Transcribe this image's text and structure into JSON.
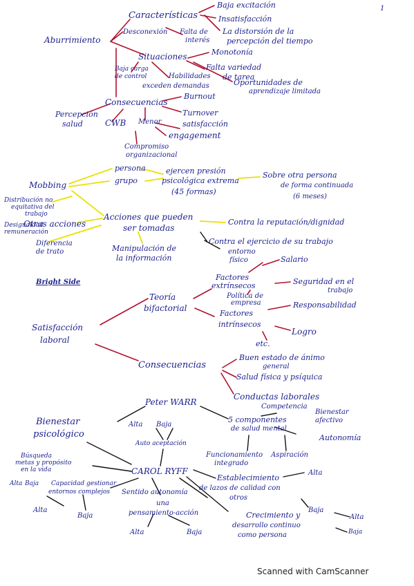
{
  "page_number": "1",
  "section1": {
    "root": "Aburrimiento",
    "caracteristicas": "Características",
    "baja_excitacion": "Baja excitación",
    "insatisfaccion": "Insatisfacción",
    "desconexion": "Desconexión",
    "falta_interes_1": "Falta de",
    "falta_interes_2": "interés",
    "distorsion_1": "La distorsión de la",
    "distorsion_2": "percepción del tiempo",
    "situaciones": "Situaciones",
    "monotonia": "Monotonía",
    "baja_carga_1": "Baja carga",
    "baja_carga_2": "de control",
    "habilidades_1": "Habilidades",
    "habilidades_2": "exceden demandas",
    "falta_variedad_1": "Falta variedad",
    "falta_variedad_2": "de tarea",
    "oportunidades_1": "Oportunidades de",
    "oportunidades_2": "aprendizaje limitada",
    "consecuencias": "Consecuencias",
    "burnout": "Burnout",
    "percepcion_1": "Percepción",
    "percepcion_2": "salud",
    "cwb": "CWB",
    "menor": "Menor",
    "turnover": "Turnover",
    "satisfaccion": "satisfacción",
    "engagement": "engagement",
    "compromiso_1": "Compromiso",
    "compromiso_2": "organizacional"
  },
  "section2": {
    "root": "Mobbing",
    "persona": "persona",
    "grupo": "grupo",
    "ejercen_1": "ejercen presión",
    "ejercen_2": "psicológica extrema",
    "ejercen_3": "(45 formas)",
    "sobre_1": "Sobre otra persona",
    "sobre_2": "de forma continuada",
    "sobre_3": "(6 meses)",
    "distribucion_1": "Distribución no",
    "distribucion_2": "equitativa del",
    "distribucion_3": "trabajo",
    "otras_acciones": "Otras acciones",
    "desigualdad_1": "Desigualdad",
    "desigualdad_2": "remuneración",
    "diferencia_1": "Diferencia",
    "diferencia_2": "de trato",
    "acciones_1": "Acciones que pueden",
    "acciones_2": "ser tomadas",
    "contra_reputacion": "Contra la reputación/dignidad",
    "contra_ejercicio": "Contra el ejercicio de su trabajo",
    "manipulacion_1": "Manipulación de",
    "manipulacion_2": "la información"
  },
  "section3": {
    "bright_side": "Bright Side",
    "root_1": "Satisfacción",
    "root_2": "laboral",
    "teoria_1": "Teoría",
    "teoria_2": "bifactorial",
    "entorno_1": "entorno",
    "entorno_2": "físico",
    "salario": "Salario",
    "factores_ext_1": "Factores",
    "factores_ext_2": "extrínsecos",
    "seguridad_1": "Seguridad en el",
    "seguridad_2": "trabajo",
    "politica_1": "Política de",
    "politica_2": "empresa",
    "factores_int_1": "Factores",
    "factores_int_2": "intrínsecos",
    "responsabilidad": "Responsabilidad",
    "logro": "Logro",
    "etc": "etc.",
    "consecuencias": "Consecuencias",
    "buen_estado_1": "Buen estado de ánimo",
    "buen_estado_2": "general",
    "salud": "Salud física y psíquica",
    "conductas_1": "Conductas laborales",
    "conductas_2": "Competencia"
  },
  "section4": {
    "peter_warr": "Peter WARR",
    "bienestar_psico_1": "Bienestar",
    "bienestar_psico_2": "psicológico",
    "alta_1": "Alta",
    "baja_1": "Baja",
    "auto_aceptacion": "Auto aceptación",
    "componentes_1": "5 componentes",
    "componentes_2": "de salud mental",
    "bienestar_afectivo_1": "Bienestar",
    "bienestar_afectivo_2": "afectivo",
    "autonomia_warr": "Autonomía",
    "funcionamiento_1": "Funcionamiento",
    "funcionamiento_2": "integrado",
    "aspiracion": "Aspiración",
    "busqueda_1": "Búsqueda",
    "busqueda_2": "metas y propósito",
    "busqueda_3": "en la vida",
    "carol_ryff": "CAROL RYFF",
    "establecimiento_1": "Establecimiento",
    "establecimiento_2": "de lazos de calidad con",
    "establecimiento_3": "otros",
    "alta_est": "Alta",
    "alta_2": "Alta",
    "baja_2": "Baja",
    "capacidad_1": "Capacidad gestionar",
    "capacidad_2": "entornos complejos",
    "sentido_1": "Sentido autonomía",
    "sentido_2": "una",
    "pensamiento": "pensamiento-acción",
    "alta_3": "Alta",
    "baja_3": "Baja",
    "crecimiento": "Crecimiento y",
    "desarrollo_1": "desarrollo continuo",
    "desarrollo_2": "como persona",
    "baja_crec": "Baja",
    "alta_crec": "Alta",
    "baja_crec2": "Baja",
    "alta_4": "Alta",
    "baja_4": "Baja"
  },
  "footer": "Scanned with CamScanner",
  "colors": {
    "ink_blue": "#1a1f8c",
    "ink_red": "#b01030",
    "ink_yellow": "#e8e000"
  }
}
